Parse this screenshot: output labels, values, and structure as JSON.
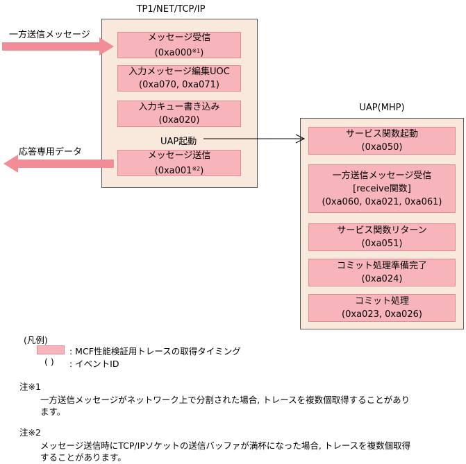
{
  "colors": {
    "panel_fill": "#f8e9dc",
    "event_fill": "#f7b4bb",
    "arrow_fill": "#f28c96"
  },
  "tp1": {
    "title": "TP1/NET/TCP/IP",
    "events": [
      {
        "label": "メッセージ受信",
        "id": "(0xa000",
        "note": "※1",
        "close": ")"
      },
      {
        "label": "入力メッセージ編集UOC",
        "id": "(0xa070, 0xa071)"
      },
      {
        "label": "入力キュー書き込み",
        "id": "(0xa020)"
      },
      {
        "label": "メッセージ送信",
        "id": "(0xa001",
        "note": "※2",
        "close": ")"
      }
    ],
    "uap_start_label": "UAP起動"
  },
  "incoming_label": "一方送信メッセージ",
  "outgoing_label": "応答専用データ",
  "uap": {
    "title": "UAP(MHP)",
    "events": [
      {
        "label": "サービス関数起動",
        "id": "(0xa050)"
      },
      {
        "label": "一方送信メッセージ受信",
        "sub": "[receive関数]",
        "id": "(0xa060, 0xa021, 0xa061)"
      },
      {
        "label": "サービス関数リターン",
        "id": "(0xa051)"
      },
      {
        "label": "コミット処理準備完了",
        "id": "(0xa024)"
      },
      {
        "label": "コミット処理",
        "id": "(0xa023, 0xa026)"
      }
    ]
  },
  "legend": {
    "title": "(凡例)",
    "item1": ": MCF性能検証用トレースの取得タイミング",
    "item2_symbol": "(  )",
    "item2": ": イベントID"
  },
  "notes": [
    {
      "title": "注※1",
      "text": "一方送信メッセージがネットワーク上で分割された場合, トレースを複数個取得することがあり",
      "text2": "ます。"
    },
    {
      "title": "注※2",
      "text": "メッセージ送信時にTCP/IPソケットの送信バッファが満杯になった場合, トレースを複数個取得",
      "text2": "することがあります。"
    }
  ]
}
